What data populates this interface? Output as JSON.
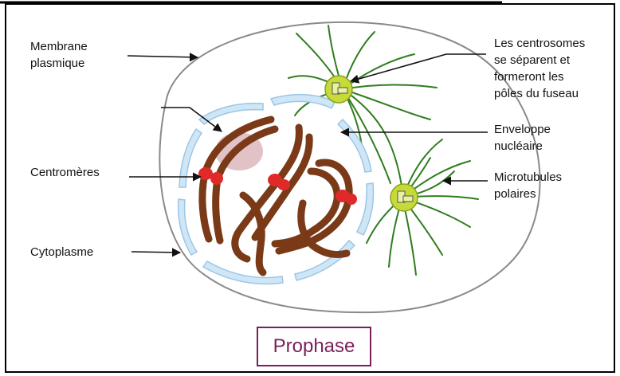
{
  "title": "Prophase",
  "labels": {
    "membrane_line1": "Membrane",
    "membrane_line2": "plasmique",
    "centromeres": "Centromères",
    "cytoplasme": "Cytoplasme",
    "centrosomes_line1": "Les centrosomes",
    "centrosomes_line2": "se séparent et",
    "centrosomes_line3": "formeront les",
    "centrosomes_line4": "pôles du fuseau",
    "enveloppe_line1": "Enveloppe",
    "enveloppe_line2": "nucléaire",
    "microtubules_line1": "Microtubules",
    "microtubules_line2": "polaires"
  },
  "colors": {
    "membrane": "#8a8a8a",
    "nuclear_envelope": "#cfe6f7",
    "nuclear_envelope_edge": "#9cc6e6",
    "chromosome": "#7a3a18",
    "centromere": "#e02a2a",
    "nucleolus": "#d9b3b8",
    "centrosome": "#c6da3a",
    "microtubule": "#2f7d1e",
    "title_border": "#7a1f5a"
  },
  "icons": [
    "centrosome-icon",
    "arrow-icon"
  ]
}
